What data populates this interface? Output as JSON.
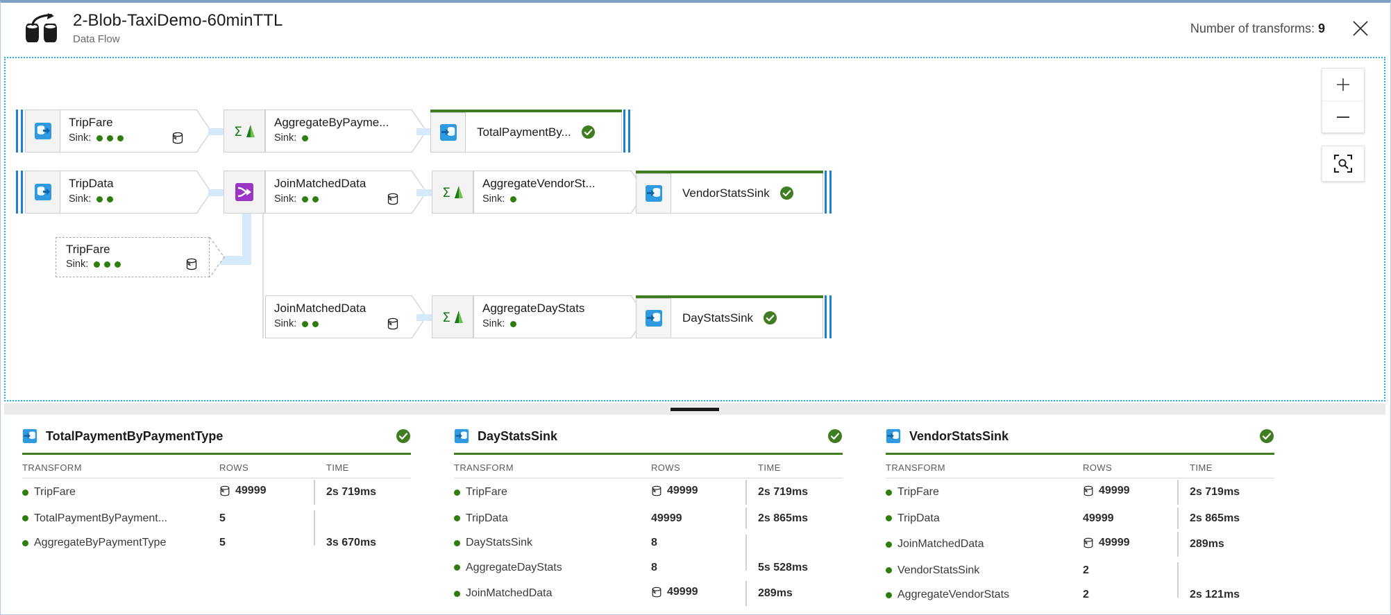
{
  "header": {
    "icon": "data-flow-icon",
    "title": "2-Blob-TaxiDemo-60minTTL",
    "subtitle": "Data Flow",
    "transform_count_label": "Number of transforms:",
    "transform_count": "9",
    "close_icon": "close-icon"
  },
  "canvas": {
    "zoom_in_label": "+",
    "zoom_out_label": "−",
    "zoom_fit_icon": "zoom-to-fit-icon",
    "rows": [
      {
        "source": {
          "name": "TripFare",
          "sink_label": "Sink:",
          "dots": 3,
          "icon": "source-icon",
          "db_icon": "cache-icon"
        },
        "transforms": [
          {
            "name": "AggregateByPayme...",
            "sink_label": "Sink:",
            "dots": 1,
            "icon": "aggregate-icon",
            "db_icon": ""
          }
        ],
        "sink": {
          "name": "TotalPaymentBy...",
          "icon": "sink-icon",
          "status": "success"
        }
      },
      {
        "source": {
          "name": "TripData",
          "sink_label": "Sink:",
          "dots": 2,
          "icon": "source-icon",
          "db_icon": ""
        },
        "transforms": [
          {
            "name": "JoinMatchedData",
            "sink_label": "Sink:",
            "dots": 2,
            "icon": "join-icon",
            "db_icon": "cache-icon"
          },
          {
            "name": "AggregateVendorSt...",
            "sink_label": "Sink:",
            "dots": 1,
            "icon": "aggregate-icon",
            "db_icon": ""
          }
        ],
        "sink": {
          "name": "VendorStatsSink",
          "icon": "sink-icon",
          "status": "success"
        }
      },
      {
        "source": null,
        "transforms": [
          {
            "name": "JoinMatchedData",
            "sink_label": "Sink:",
            "dots": 2,
            "icon": "join-icon",
            "db_icon": "cache-icon"
          },
          {
            "name": "AggregateDayStats",
            "sink_label": "Sink:",
            "dots": 1,
            "icon": "aggregate-icon",
            "db_icon": ""
          }
        ],
        "sink": {
          "name": "DayStatsSink",
          "icon": "sink-icon",
          "status": "success"
        }
      }
    ],
    "ghost_node": {
      "name": "TripFare",
      "sink_label": "Sink:",
      "dots": 3,
      "db_icon": "cache-icon"
    }
  },
  "bottom": {
    "columns": {
      "transform": "TRANSFORM",
      "rows": "ROWS",
      "time": "TIME"
    },
    "cards": [
      {
        "title": "TotalPaymentByPaymentType",
        "icon": "sink-icon",
        "status": "success",
        "rows": [
          {
            "transform": "TripFare",
            "rows": "49999",
            "cached": true,
            "time": "2s 719ms",
            "bracket": true
          },
          {
            "transform": "TotalPaymentByPayment...",
            "rows": "5",
            "cached": false,
            "time": "",
            "bracket": true
          },
          {
            "transform": "AggregateByPaymentType",
            "rows": "5",
            "cached": false,
            "time": "3s 670ms",
            "bracket": false
          }
        ]
      },
      {
        "title": "DayStatsSink",
        "icon": "sink-icon",
        "status": "success",
        "rows": [
          {
            "transform": "TripFare",
            "rows": "49999",
            "cached": true,
            "time": "2s 719ms",
            "bracket": true
          },
          {
            "transform": "TripData",
            "rows": "49999",
            "cached": false,
            "time": "2s 865ms",
            "bracket": true
          },
          {
            "transform": "DayStatsSink",
            "rows": "8",
            "cached": false,
            "time": "",
            "bracket": true
          },
          {
            "transform": "AggregateDayStats",
            "rows": "8",
            "cached": false,
            "time": "5s 528ms",
            "bracket": false
          },
          {
            "transform": "JoinMatchedData",
            "rows": "49999",
            "cached": true,
            "time": "289ms",
            "bracket": true
          }
        ]
      },
      {
        "title": "VendorStatsSink",
        "icon": "sink-icon",
        "status": "success",
        "rows": [
          {
            "transform": "TripFare",
            "rows": "49999",
            "cached": true,
            "time": "2s 719ms",
            "bracket": true
          },
          {
            "transform": "TripData",
            "rows": "49999",
            "cached": false,
            "time": "2s 865ms",
            "bracket": true
          },
          {
            "transform": "JoinMatchedData",
            "rows": "49999",
            "cached": true,
            "time": "289ms",
            "bracket": true
          },
          {
            "transform": "VendorStatsSink",
            "rows": "2",
            "cached": false,
            "time": "",
            "bracket": true
          },
          {
            "transform": "AggregateVendorStats",
            "rows": "2",
            "cached": false,
            "time": "2s 121ms",
            "bracket": false
          }
        ]
      }
    ]
  },
  "colors": {
    "accent_blue": "#1b7fd4",
    "success_green": "#3f7d20",
    "dot_green": "#2e7d0e",
    "canvas_border": "#22b0e0",
    "connector": "#d6e9fa"
  }
}
